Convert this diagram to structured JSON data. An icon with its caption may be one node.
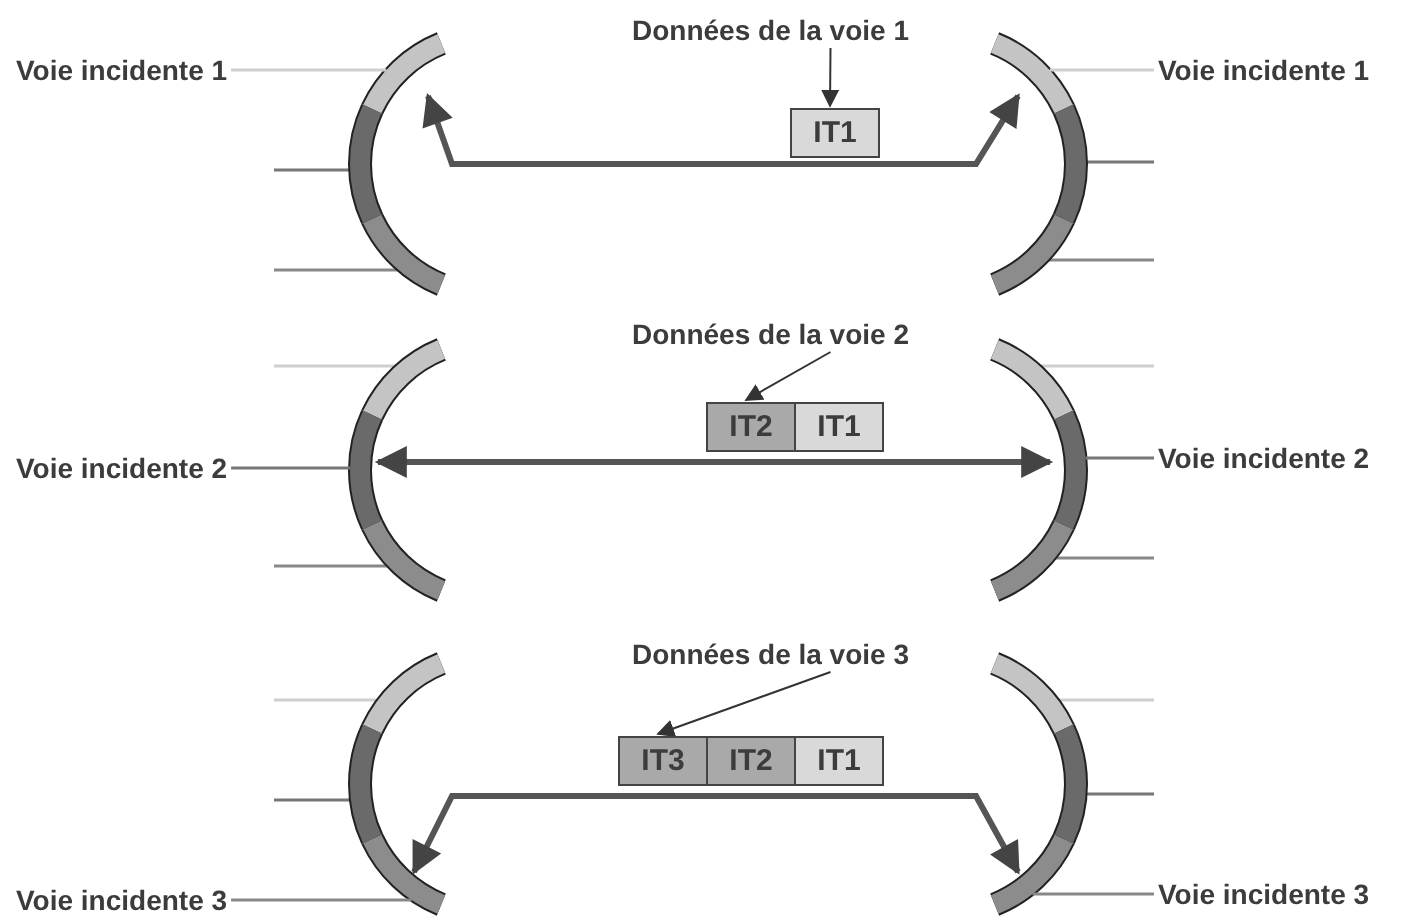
{
  "diagram": {
    "nodes": [
      {
        "text": [
          "Voie incidente 1"
        ]
      },
      {
        "text": [],
        "shape": "arc"
      },
      {
        "text": [
          "Données de la voie 1"
        ]
      },
      {
        "text": [
          "IT1"
        ]
      },
      {
        "text": [],
        "shape": "arc"
      },
      {
        "text": [
          "Voie incidente 1"
        ]
      },
      {
        "text": [
          "Voie incidente 2"
        ]
      },
      {
        "text": [],
        "shape": "arc"
      },
      {
        "text": [
          "Données de la voie 2"
        ]
      },
      {
        "text": [
          "IT2"
        ]
      },
      {
        "text": [
          "IT1"
        ]
      },
      {
        "text": [],
        "shape": "arc"
      },
      {
        "text": [
          "Voie incidente 2"
        ]
      },
      {
        "text": [
          "Voie incidente 3"
        ]
      },
      {
        "text": [],
        "shape": "arc"
      },
      {
        "text": [
          "Données de la voie 3"
        ]
      },
      {
        "text": [
          "IT3"
        ]
      },
      {
        "text": [
          "IT2"
        ]
      },
      {
        "text": [
          "IT1"
        ]
      },
      {
        "text": [],
        "shape": "arc"
      },
      {
        "text": [
          "Voie incidente 3"
        ]
      }
    ],
    "edges": [
      {
        "from": 0,
        "to": 1,
        "arrow": "none",
        "color": "#cfcfcf"
      },
      {
        "from": 2,
        "to": 3,
        "arrow": "to"
      },
      {
        "from": 1,
        "to": 4,
        "arrow": "both",
        "style": "thick"
      },
      {
        "from": 5,
        "to": 4,
        "arrow": "none",
        "color": "#cfcfcf"
      },
      {
        "from": 6,
        "to": 7,
        "arrow": "none"
      },
      {
        "from": 8,
        "to": 9,
        "arrow": "to"
      },
      {
        "from": 7,
        "to": 11,
        "arrow": "both",
        "style": "thick"
      },
      {
        "from": 12,
        "to": 11,
        "arrow": "none"
      },
      {
        "from": 13,
        "to": 14,
        "arrow": "none"
      },
      {
        "from": 15,
        "to": 16,
        "arrow": "to"
      },
      {
        "from": 14,
        "to": 19,
        "arrow": "both",
        "style": "thick"
      },
      {
        "from": 20,
        "to": 19,
        "arrow": "none"
      }
    ]
  }
}
